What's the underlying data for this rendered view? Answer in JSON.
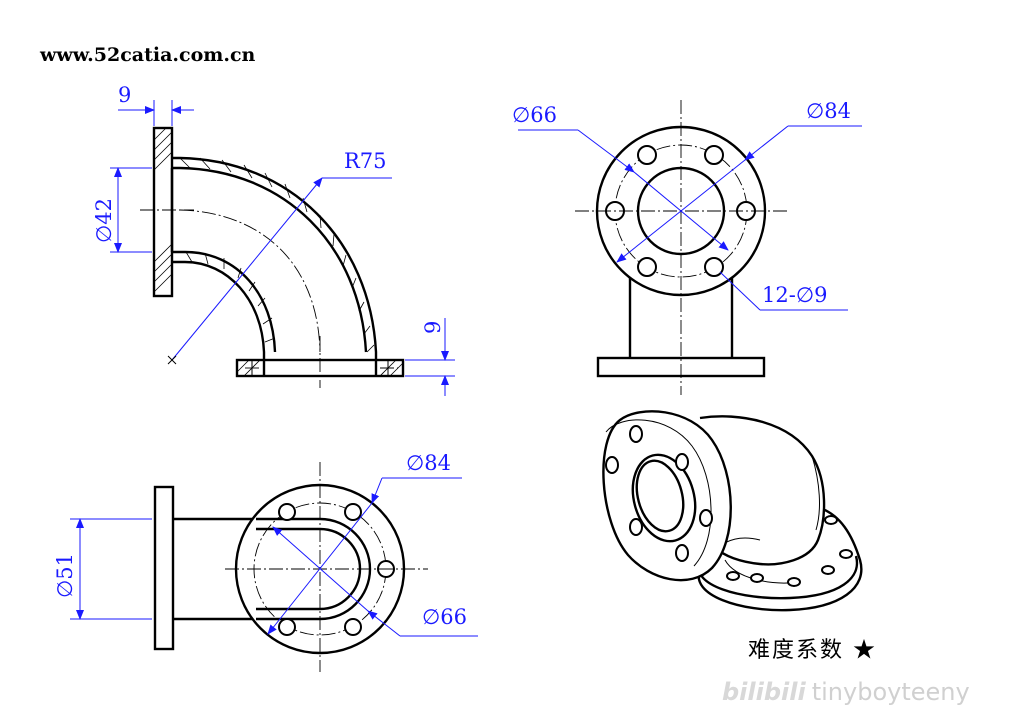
{
  "site_label": "www.52catia.com.cn",
  "difficulty": {
    "label": "难度系数",
    "stars": "★"
  },
  "watermark": {
    "logo": "bilibili",
    "handle": "tinyboyteeny"
  },
  "dims": {
    "front": {
      "flange_thickness": "9",
      "bore": "∅42",
      "radius": "R75",
      "base_thickness": "9"
    },
    "side": {
      "pcd": "∅66",
      "flange_od": "∅84",
      "holes": "12-∅9"
    },
    "top": {
      "pipe_dia": "∅51",
      "flange_od": "∅84",
      "pcd": "∅66"
    }
  },
  "colors": {
    "dimension": "#1a1aff",
    "line": "#000000"
  }
}
